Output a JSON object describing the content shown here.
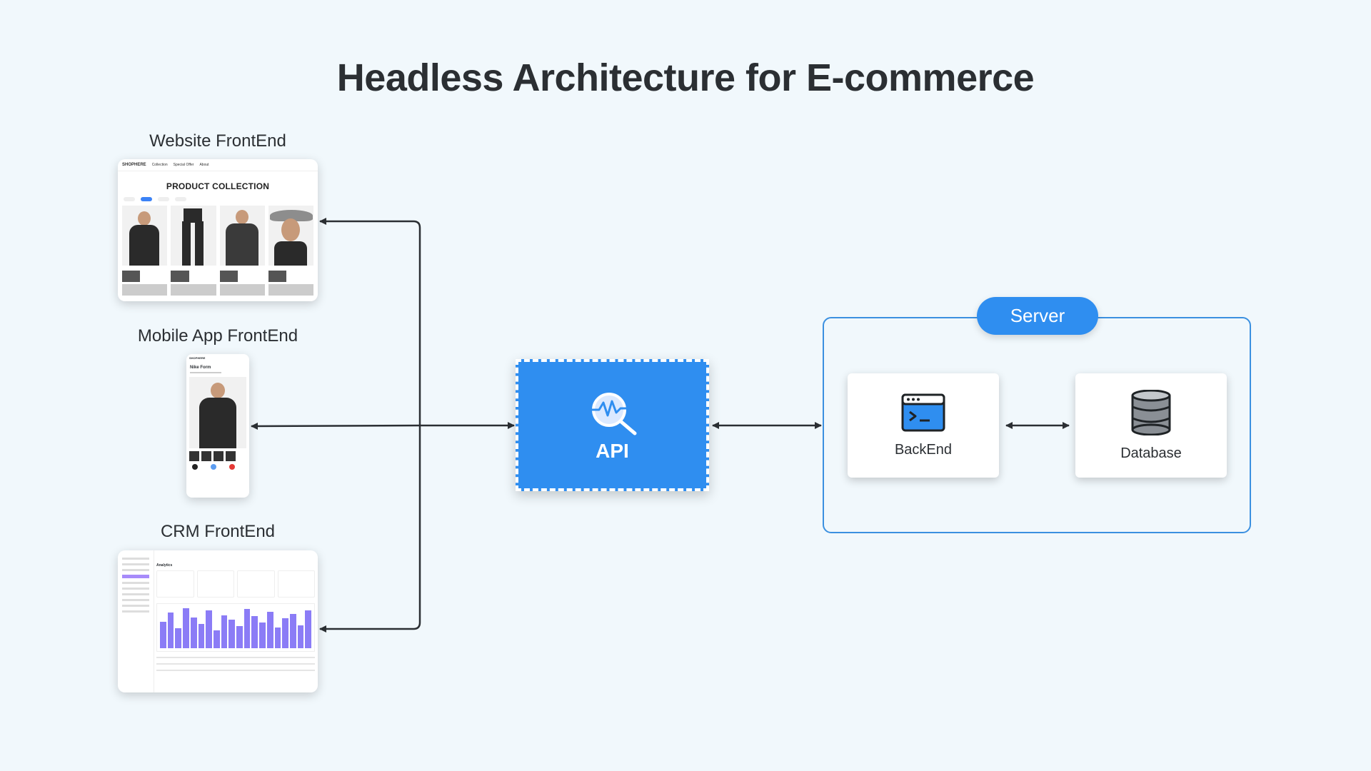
{
  "title": "Headless Architecture for E-commerce",
  "frontends": {
    "website": {
      "label": "Website FrontEnd",
      "logo": "SHOPHERE",
      "nav": [
        "Collection",
        "Special Offer",
        "About"
      ],
      "heading": "PRODUCT COLLECTION"
    },
    "mobile": {
      "label": "Mobile App FrontEnd",
      "logo": "SHOPHERE",
      "product": "Nike Form",
      "colors": [
        "#222222",
        "#5b9cf0",
        "#e53935"
      ]
    },
    "crm": {
      "label": "CRM FrontEnd",
      "section": "Analytics",
      "accent": "#8b7cf6"
    }
  },
  "api": {
    "label": "API",
    "icon": "api-monitor-icon",
    "color": "#2f8ef0"
  },
  "server": {
    "label": "Server",
    "backend": {
      "label": "BackEnd",
      "icon": "terminal-window-icon"
    },
    "database": {
      "label": "Database",
      "icon": "database-icon"
    }
  },
  "colors": {
    "background": "#f1f8fc",
    "accent": "#2f8ef0",
    "border": "#3b90e0",
    "arrow": "#2b2f33"
  }
}
